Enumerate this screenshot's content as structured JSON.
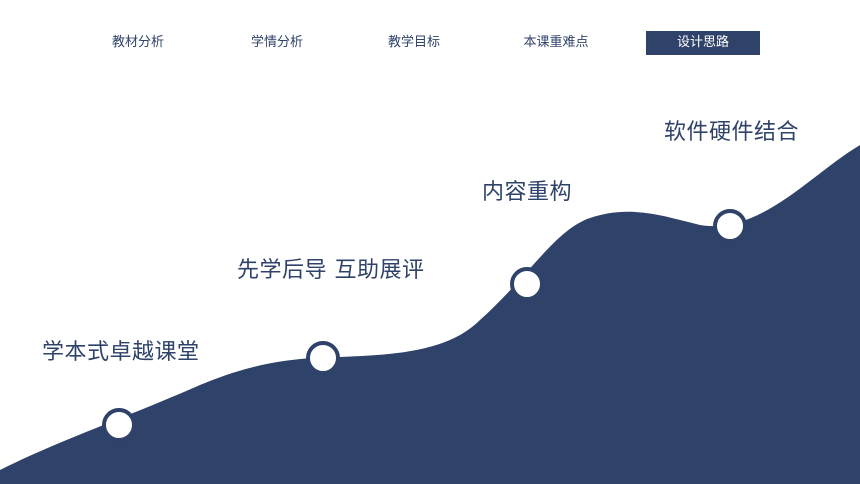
{
  "nav": {
    "items": [
      {
        "label": "教材分析"
      },
      {
        "label": "学情分析"
      },
      {
        "label": "教学目标"
      },
      {
        "label": "本课重难点"
      },
      {
        "label": "设计思路"
      }
    ],
    "active_index": 4
  },
  "milestones": [
    {
      "label": "学本式卓越课堂"
    },
    {
      "label": "先学后导 互助展评"
    },
    {
      "label": "内容重构"
    },
    {
      "label": "软件硬件结合"
    }
  ],
  "colors": {
    "primary": "#2f4269",
    "background": "#ffffff",
    "marker_fill": "#ffffff"
  }
}
